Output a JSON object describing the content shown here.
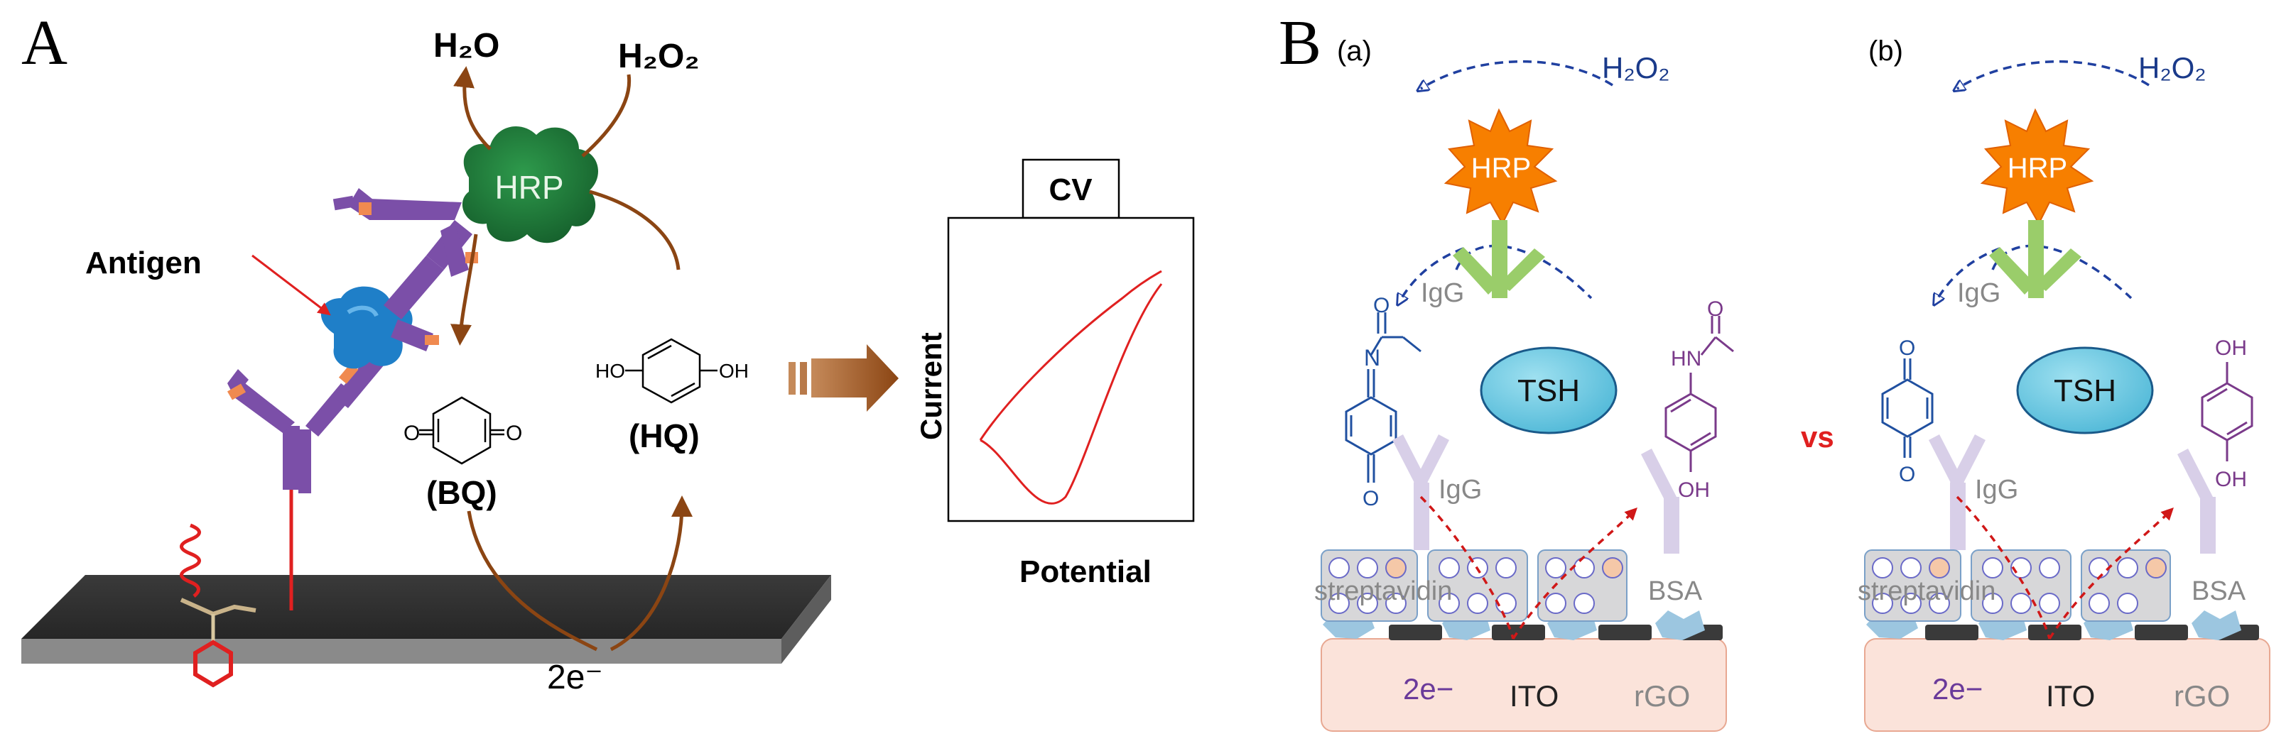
{
  "panel_a": {
    "letter": "A",
    "h2o": "H₂O",
    "h2o2": "H₂O₂",
    "hrp": "HRP",
    "antigen": "Antigen",
    "bq": "(BQ)",
    "hq": "(HQ)",
    "ho": "HO",
    "oh": "OH",
    "o_left": "O",
    "o_right": "O",
    "electrons": "2e⁻",
    "cv": "CV",
    "current": "Current",
    "potential": "Potential"
  },
  "panel_b": {
    "letter": "B",
    "sub_a": {
      "label": "(a)",
      "h2o2": "H₂O₂",
      "hrp": "HRP",
      "igg_top": "IgG",
      "igg_bottom": "IgG",
      "tsh": "TSH",
      "streptavidin": "streptavidin",
      "bsa": "BSA",
      "electrons": "2e−",
      "ito": "ITO",
      "rgo": "rGO",
      "n": "N",
      "hn": "HN",
      "o_top": "O",
      "o_imine": "O",
      "o_amide": "O",
      "oh": "OH"
    },
    "vs": "vs",
    "sub_b": {
      "label": "(b)",
      "h2o2": "H₂O₂",
      "hrp": "HRP",
      "igg_top": "IgG",
      "igg_bottom": "IgG",
      "tsh": "TSH",
      "streptavidin": "streptavidin",
      "bsa": "BSA",
      "electrons": "2e−",
      "ito": "ITO",
      "rgo": "rGO",
      "o_top": "O",
      "o_bottom": "O",
      "oh_top": "OH",
      "oh_bottom": "OH"
    }
  },
  "colors": {
    "purple": "#7b4fa8",
    "orange_tip": "#f08a50",
    "hrp_green": "#1e7d3a",
    "brown": "#8b4513",
    "blue_antigen": "#1f7fc8",
    "red": "#e02020",
    "hrp_orange": "#f77f00",
    "tsh_cyan": "#6cc8e0",
    "igg_green": "#9acd6a",
    "dark_blue": "#2040a0",
    "ito_pink": "#fbe3da"
  }
}
